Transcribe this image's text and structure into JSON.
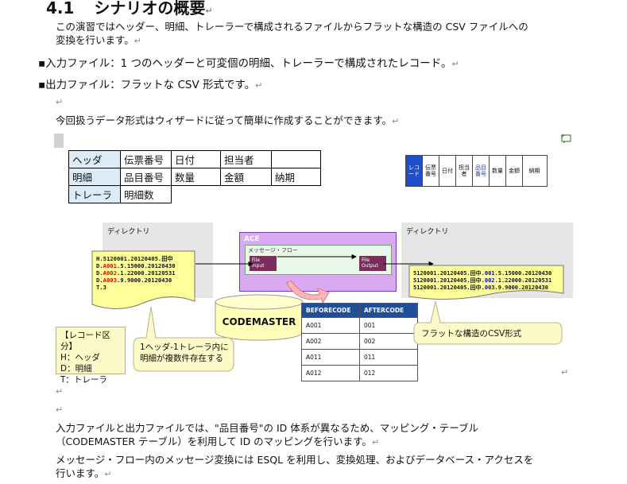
{
  "section": {
    "number": "4.1",
    "title": "シナリオの概要"
  },
  "mark": "↵",
  "intro": [
    "この演習ではヘッダー、明細、トレーラーで構成されるファイルからフラットな構造の CSV ファイルへの",
    "変換を行います。"
  ],
  "bullets": [
    {
      "label": "入力ファイル：",
      "text": "1 つのヘッダーと可変個の明細、トレーラーで構成されたレコード。"
    },
    {
      "label": "出力ファイル：",
      "text": "フラットな CSV 形式です。"
    }
  ],
  "wizard_text": "今回扱うデータ形式はウィザードに従って簡単に作成することができます。",
  "record_table": [
    [
      "ヘッダ",
      "伝票番号",
      "日付",
      "担当者",
      ""
    ],
    [
      "明細",
      "品目番号",
      "数量",
      "金額",
      "納期"
    ],
    [
      "トレーラ",
      "明細数",
      "",
      "",
      ""
    ]
  ],
  "field_header": [
    "レコード",
    "伝票番号",
    "日付",
    "担当者",
    "品目番号",
    "数量",
    "金額",
    "納期"
  ],
  "diagram": {
    "dir_label": "ディレクトリ",
    "ace_label": "ACE",
    "flow_label": "メッセージ・フロー",
    "file_input": [
      "File",
      "Input"
    ],
    "file_output": [
      "File",
      "Output"
    ],
    "codemaster_label": "CODEMASTER",
    "input_lines": [
      {
        "prefix": "H.",
        "code": "",
        "rest": "5120001.20120405.田中"
      },
      {
        "prefix": "D.",
        "code": "A001",
        "rest": ".5.15000.20120430"
      },
      {
        "prefix": "D.",
        "code": "A002",
        "rest": ".1.22000.20120531"
      },
      {
        "prefix": "D.",
        "code": "A003",
        "rest": ".9.9000.20120430"
      },
      {
        "prefix": "T.",
        "code": "",
        "rest": "3"
      }
    ],
    "output_lines": [
      {
        "head": "5120001.20120405.田中.",
        "code": "001",
        "rest": ".5.15000.20120430"
      },
      {
        "head": "5120001.20120405.田中.",
        "code": "002",
        "rest": ".1.22000.20120531"
      },
      {
        "head": "5120001.20120405.田中.",
        "code": "003",
        "rest": ".9.9000.20120430"
      }
    ],
    "code_table": {
      "headers": [
        "BEFORECODE",
        "AFTERCODE"
      ],
      "rows": [
        [
          "A001",
          "001"
        ],
        [
          "A002",
          "002"
        ],
        [
          "A011",
          "011"
        ],
        [
          "A012",
          "012"
        ]
      ]
    },
    "legend": {
      "title": "【レコード区分】",
      "lines": [
        "H：ヘッダ",
        "D：明細",
        "T：トレーラ"
      ]
    },
    "note": [
      "1ヘッダ-1トレーラ内に",
      "明細が複数件存在する"
    ],
    "flat_label": "フラットな構造のCSV形式"
  },
  "mapping_text": [
    "入力ファイルと出力ファイルでは、\"品目番号\"の ID 体系が異なるため、マッピング・テーブル",
    "（CODEMASTER テーブル）を利用して ID のマッピングを行います。"
  ],
  "esql_text": [
    "メッセージ・フロー内のメッセージ変換には ESQL を利用し、変換処理、およびデータベース・アクセスを",
    "行います。"
  ],
  "colors": {
    "accent_red": "#e00000",
    "accent_blue": "#0000ee",
    "ace_fill": "#d9a9f2",
    "flow_fill": "#e8f9e8",
    "table_head": "#1f4e9a"
  }
}
